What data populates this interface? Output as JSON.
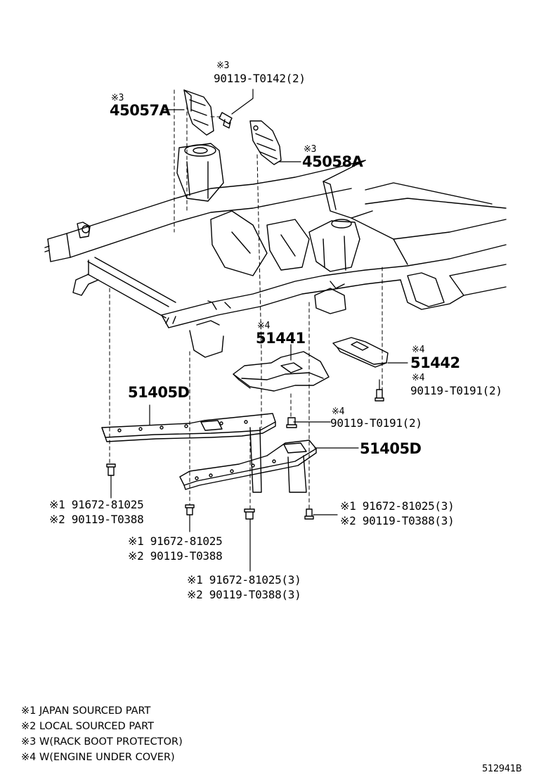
{
  "callouts": {
    "c_45057a": {
      "mark": "※3",
      "part": "45057A"
    },
    "c_90119_t0142": {
      "mark": "※3",
      "part": "90119-T0142(2)"
    },
    "c_45058a": {
      "mark": "※3",
      "part": "45058A"
    },
    "c_51441": {
      "mark": "※4",
      "part": "51441"
    },
    "c_51442": {
      "mark": "※4",
      "part": "51442"
    },
    "c_90119_t0191_a": {
      "mark": "※4",
      "part": "90119-T0191(2)"
    },
    "c_90119_t0191_b": {
      "mark": "※4",
      "part": "90119-T0191(2)"
    },
    "c_51405d_left": {
      "part": "51405D"
    },
    "c_51405d_right": {
      "part": "51405D"
    },
    "c_bolt_left": {
      "line1": "※1 91672-81025",
      "line2": "※2 90119-T0388"
    },
    "c_bolt_center": {
      "line1": "※1 91672-81025",
      "line2": "※2 90119-T0388"
    },
    "c_bolt_bottom": {
      "line1": "※1 91672-81025(3)",
      "line2": "※2 90119-T0388(3)"
    },
    "c_bolt_right": {
      "line1": "※1 91672-81025(3)",
      "line2": "※2 90119-T0388(3)"
    }
  },
  "notes": [
    "※1 JAPAN SOURCED PART",
    "※2 LOCAL SOURCED PART",
    "※3 W(RACK BOOT PROTECTOR)",
    "※4 W(ENGINE UNDER COVER)"
  ],
  "diagram_code": "512941B"
}
